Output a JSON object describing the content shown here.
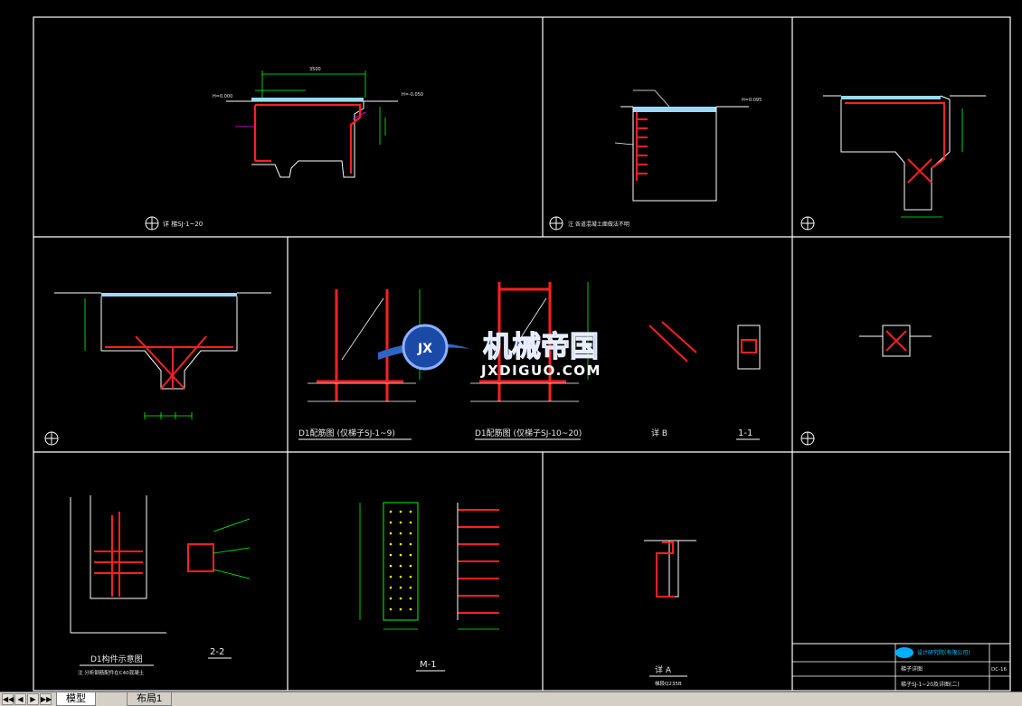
{
  "colors": {
    "background": "#000000",
    "frame": "#ffffff",
    "rebar": "#ff2020",
    "dimension": "#00ff00",
    "leader": "#ff00ff",
    "note": "#ffff00",
    "slab": "#9ad8ff",
    "watermark": "#1a4aa8"
  },
  "watermark": {
    "logo_letters": "JX",
    "title": "机械帝国",
    "url": "JXDIGUO.COM"
  },
  "labels": {
    "p1_note": "详 梯SJ-1~20",
    "p2_note": "注 各道混凝土面做法不明",
    "d1_a": "D1配筋图 (仅梯子SJ-1~9)",
    "d1_b": "D1配筋图 (仅梯子SJ-10~20)",
    "detail_b": "详 B",
    "sec_1_1": "1-1",
    "d1_layout": "D1构件示意图",
    "d1_layout_note": "注 分析钢筋配件在C40混凝土",
    "sec_2_2": "2-2",
    "m1": "M-1",
    "detail_a": "详 A",
    "detail_a_sub": "梯段Q235B",
    "tb_title": "梯子详图",
    "tb_drawing": "梯子SJ-1~20及详图(二)",
    "tb_drawing_no": "DC-16",
    "tb_company": "设计研究院(有限公司)"
  },
  "tabs": [
    {
      "label": "模型",
      "active": true
    },
    {
      "label": "布局1",
      "active": false
    }
  ]
}
